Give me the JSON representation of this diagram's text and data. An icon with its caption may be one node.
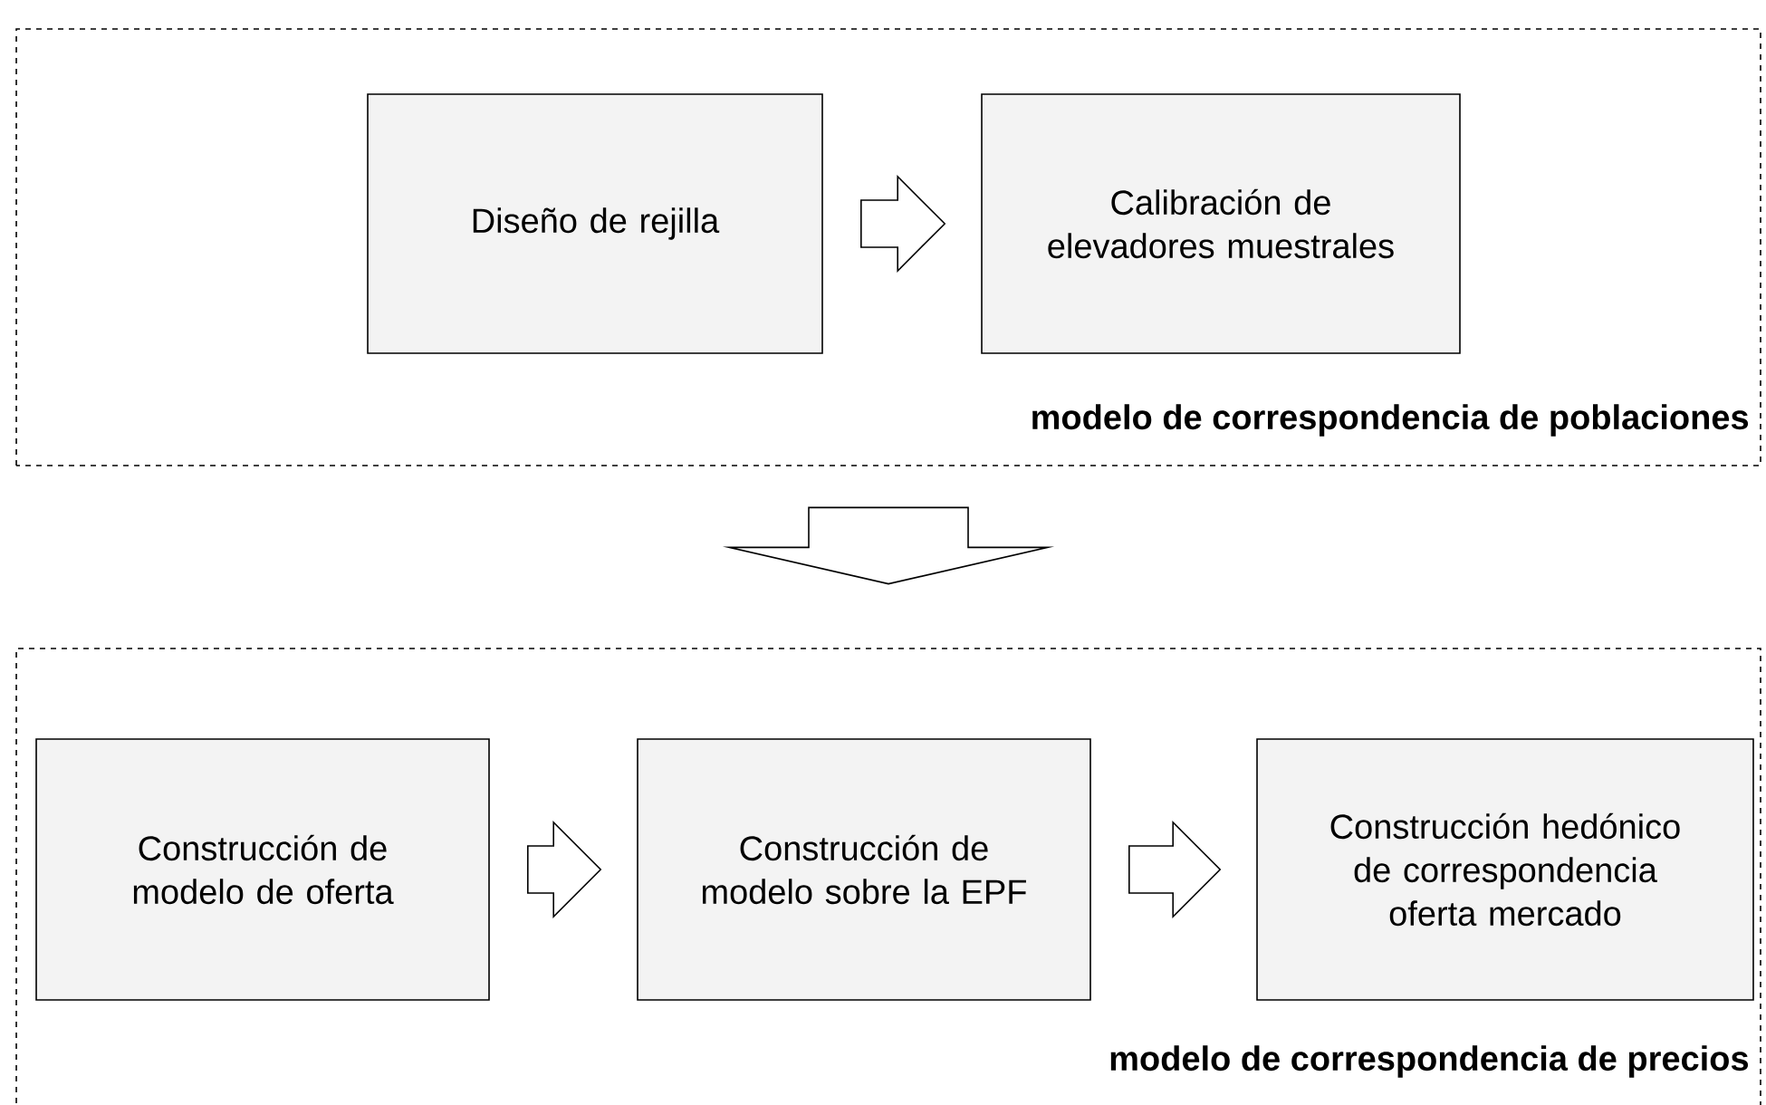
{
  "diagram": {
    "nodes": [
      {
        "text": [
          "modelo de correspondencia de poblaciones"
        ]
      },
      {
        "text": [
          "Diseño de rejilla"
        ],
        "in": 0
      },
      {
        "text": [
          "Calibración de elevadores muestrales"
        ],
        "in": 0
      },
      {
        "text": [
          "modelo de correspondencia de precios"
        ]
      },
      {
        "text": [
          "Construcción de modelo de oferta"
        ],
        "in": 3
      },
      {
        "text": [
          "Construcción de modelo sobre la EPF"
        ],
        "in": 3
      },
      {
        "text": [
          "Construcción hedónico de correspondencia oferta mercado"
        ],
        "in": 3
      }
    ],
    "edges": [
      {
        "from": 1,
        "to": 2,
        "arrow": "to"
      },
      {
        "from": 0,
        "to": 3,
        "arrow": "to"
      },
      {
        "from": 4,
        "to": 5,
        "arrow": "to"
      },
      {
        "from": 5,
        "to": 6,
        "arrow": "to"
      }
    ]
  }
}
